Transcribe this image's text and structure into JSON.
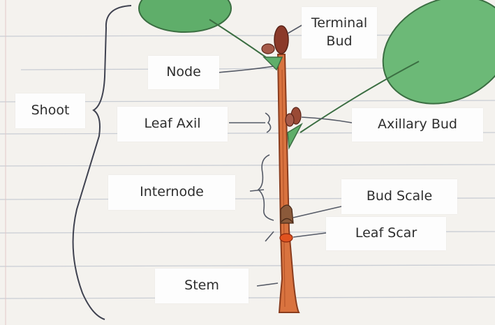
{
  "diagram": {
    "labels": {
      "terminal_bud": "Terminal\nBud",
      "node": "Node",
      "shoot": "Shoot",
      "leaf_axil": "Leaf Axil",
      "axillary_bud": "Axillary Bud",
      "internode": "Internode",
      "bud_scale": "Bud Scale",
      "leaf_scar": "Leaf Scar",
      "stem": "Stem"
    },
    "colors": {
      "paper": "#f4f2ee",
      "rule_line": "#c9cdd4",
      "stem": "#d9733f",
      "stem_outline": "#8a3d1e",
      "leaf": "#5fae6a",
      "leaf_outline": "#3b6e42",
      "bud": "#8b3a2a",
      "leader_line": "#555a66"
    }
  }
}
